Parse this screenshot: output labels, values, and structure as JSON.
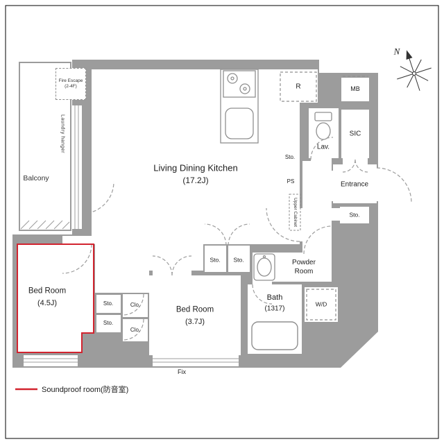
{
  "colors": {
    "wall_gray": "#9c9c9c",
    "fixture_gray": "#8f8f8f",
    "soundproof_red": "#d2232e",
    "text": "#1c1c1c"
  },
  "compass": {
    "north_label": "N"
  },
  "rooms": {
    "ldk": {
      "name": "Living Dining Kitchen",
      "size": "(17.2J)"
    },
    "bedroom_soundproof": {
      "name": "Bed Room",
      "size": "(4.5J)"
    },
    "bedroom2": {
      "name": "Bed Room",
      "size": "(3.7J)"
    },
    "bath": {
      "name": "Bath",
      "size": "(1317)"
    },
    "powder_room": {
      "name": "Powder Room"
    },
    "lavatory": {
      "name": "Lav."
    },
    "entrance": {
      "name": "Entrance"
    },
    "sic": {
      "name": "SIC"
    },
    "balcony": {
      "name": "Balcony"
    },
    "meter_box": {
      "name": "MB"
    },
    "refrigerator_space": {
      "name": "R"
    },
    "pipe_space": {
      "name": "PS"
    },
    "washer_dryer": {
      "name": "W/D"
    },
    "upper_cabinet": {
      "name": "Upper Cabinet"
    },
    "fire_escape": {
      "name": "Fire Escape (2-4F)"
    },
    "laundry_hanger": {
      "name": "Laundry hanger"
    },
    "fix_window": {
      "name": "Fix"
    }
  },
  "storage": {
    "sto": "Sto.",
    "clo": "Clo."
  },
  "legend": {
    "soundproof_label": "Soundproof room(防音室)"
  }
}
